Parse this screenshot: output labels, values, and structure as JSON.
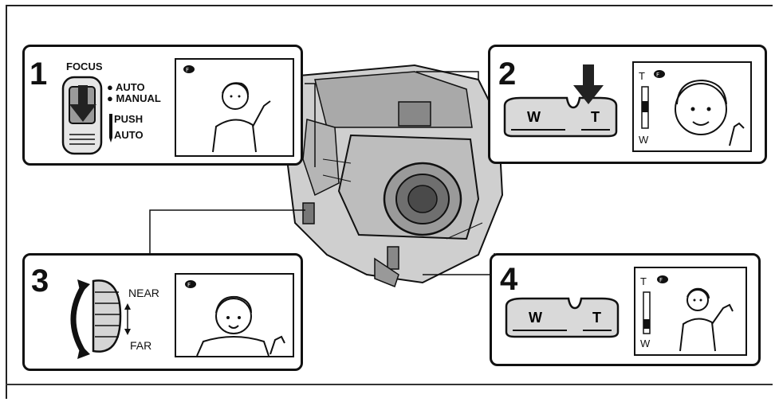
{
  "steps": [
    {
      "number": "1",
      "labels": {
        "focus": "FOCUS",
        "auto": "AUTO",
        "manual": "MANUAL",
        "push": "PUSH",
        "push_auto": "AUTO"
      },
      "icons": [
        "focus-switch-icon",
        "down-arrow-icon",
        "focus-indicator-icon",
        "person-waving-icon"
      ]
    },
    {
      "number": "2",
      "labels": {
        "w_button": "W",
        "t_button": "T",
        "scale_t": "T",
        "scale_w": "W"
      },
      "icons": [
        "zoom-rocker-icon",
        "down-arrow-icon",
        "zoom-indicator-icon",
        "focus-indicator-icon",
        "person-closeup-icon"
      ]
    },
    {
      "number": "3",
      "labels": {
        "near": "NEAR",
        "far": "FAR"
      },
      "icons": [
        "focus-ring-icon",
        "curved-double-arrow-icon",
        "double-arrow-icon",
        "focus-indicator-icon",
        "person-waving-icon"
      ]
    },
    {
      "number": "4",
      "labels": {
        "w_button": "W",
        "t_button": "T",
        "scale_t": "T",
        "scale_w": "W"
      },
      "icons": [
        "zoom-rocker-icon",
        "zoom-indicator-icon",
        "focus-indicator-icon",
        "person-waving-icon"
      ]
    }
  ],
  "camera": {
    "icon": "camcorder-icon"
  }
}
